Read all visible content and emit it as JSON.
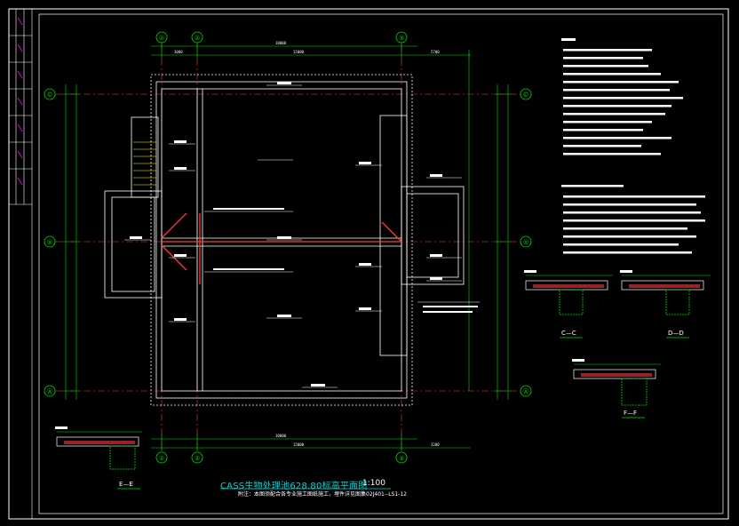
{
  "drawing": {
    "title": "CASS生物处理池628.80标高平面图",
    "scale": "1:100",
    "note": "附注：本图须配合各专业施工图纸施工，埋件详见图集02J401--LS1-12"
  },
  "axes": {
    "columns": [
      "①",
      "②",
      "③"
    ],
    "rows": [
      "©",
      "®",
      "Ⓐ"
    ]
  },
  "sections": [
    "C—C",
    "D—D",
    "F—F",
    "E—E"
  ],
  "colors": {
    "background": "#000000",
    "frame": "#ffffff",
    "grid": "#ff3b3b",
    "dimension": "#00e000",
    "wall": "#ffffff",
    "annotation": "#ffff00",
    "title": "#00d8d8"
  }
}
